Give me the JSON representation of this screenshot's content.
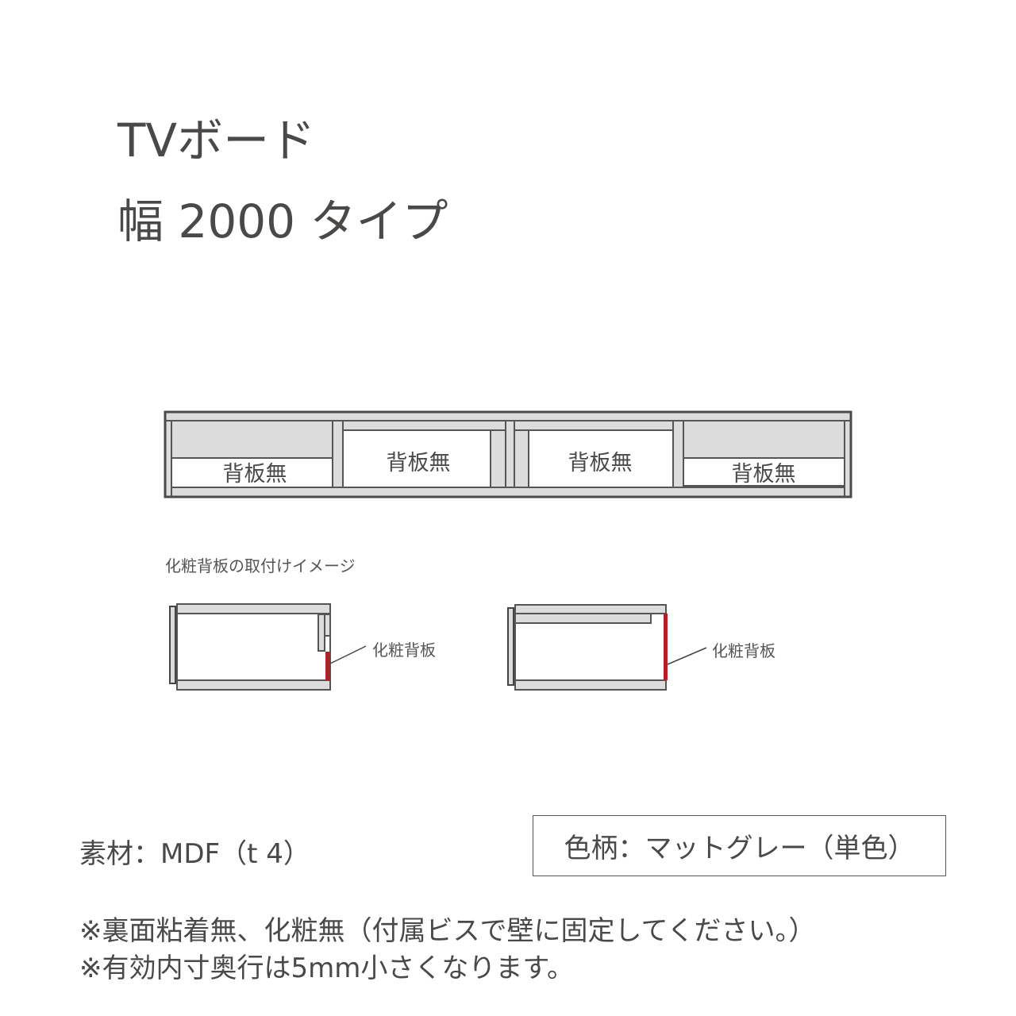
{
  "title": {
    "line1": "TVボード",
    "line2": "幅 2000 タイプ"
  },
  "board": {
    "compartments": [
      {
        "label": "背板無",
        "type": "with-shelf"
      },
      {
        "label": "背板無",
        "type": "open"
      },
      {
        "label": "背板無",
        "type": "open"
      },
      {
        "label": "背板無",
        "type": "with-shelf"
      }
    ]
  },
  "detail": {
    "caption": "化粧背板の取付けイメージ",
    "callouts": [
      "化粧背板",
      "化粧背板"
    ]
  },
  "specs": {
    "material": "素材：MDF（t 4）",
    "color": "色柄：マットグレー（単色）"
  },
  "notes": [
    "※裏面粘着無、化粧無（付属ビスで壁に固定してください。）",
    "※有効内寸奥行は5mm小さくなります。"
  ],
  "colors": {
    "text": "#4b4848",
    "panel_fill": "#dcdcdc",
    "outline": "#555555",
    "accent_panel": "#b22222"
  }
}
